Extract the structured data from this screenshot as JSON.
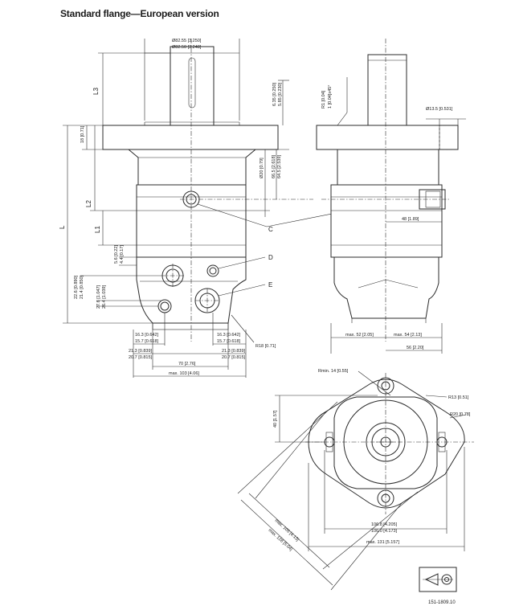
{
  "title": "Standard flange—European version",
  "drawing_id": "151-1809.10",
  "callouts": {
    "c": "C",
    "d": "D",
    "e": "E"
  },
  "front": {
    "d_shaft_outer": "Ø82.55 [3.250]",
    "d_shaft_inner": "Ø82.50 [3.248]",
    "l3": "L3",
    "l2": "L2",
    "l1": "L1",
    "l": "L",
    "flange_a": "6.35 [0.250]",
    "flange_b": "5.85 [0.230]",
    "flange_h": "18 [0.71]",
    "d20": "Ø20 [0.79]",
    "d66": "66.5 [2.618]",
    "d64": "64.5 [2.539]",
    "p56": "5.6 [0.22]",
    "p44": "4.4 [0.17]",
    "p226": "22.6 [0.890]",
    "p214": "21.4 [0.850]",
    "p276": "27.6 [1.047]",
    "p264": "26.4 [1.039]",
    "l163": "16.3 [0.642]",
    "l157": "15.7 [0.618]",
    "r163": "16.3 [0.642]",
    "r157": "15.7 [0.618]",
    "l213": "21.3 [0.839]",
    "l207": "20.7 [0.815]",
    "r213": "21.3 [0.839]",
    "r207": "20.7 [0.815]",
    "r18": "R18 [0.71]",
    "w70": "70 [2.76]",
    "w103": "max. 103 [4.06]"
  },
  "side": {
    "r1": "R1 [0.04]",
    "c1": "1 [0.04]x45°",
    "d135": "Ø13.5 [0.531]",
    "d48": "48 [1.89]",
    "m52": "max. 52 [2.05]",
    "m54": "max. 54 [2.13]",
    "w56": "56 [2.20]"
  },
  "bottom": {
    "rmin": "Rmin. 14 [0.55]",
    "r13": "R13 [0.51]",
    "r20": "R20 [0.78]",
    "h40": "40 [1.57]",
    "w1068": "106.8 [4.205]",
    "w1060": "106.0 [4.173]",
    "w131": "max. 131 [5.157]",
    "d105": "max. 105 [4.13]",
    "d128": "max. 128 [5.04]"
  }
}
